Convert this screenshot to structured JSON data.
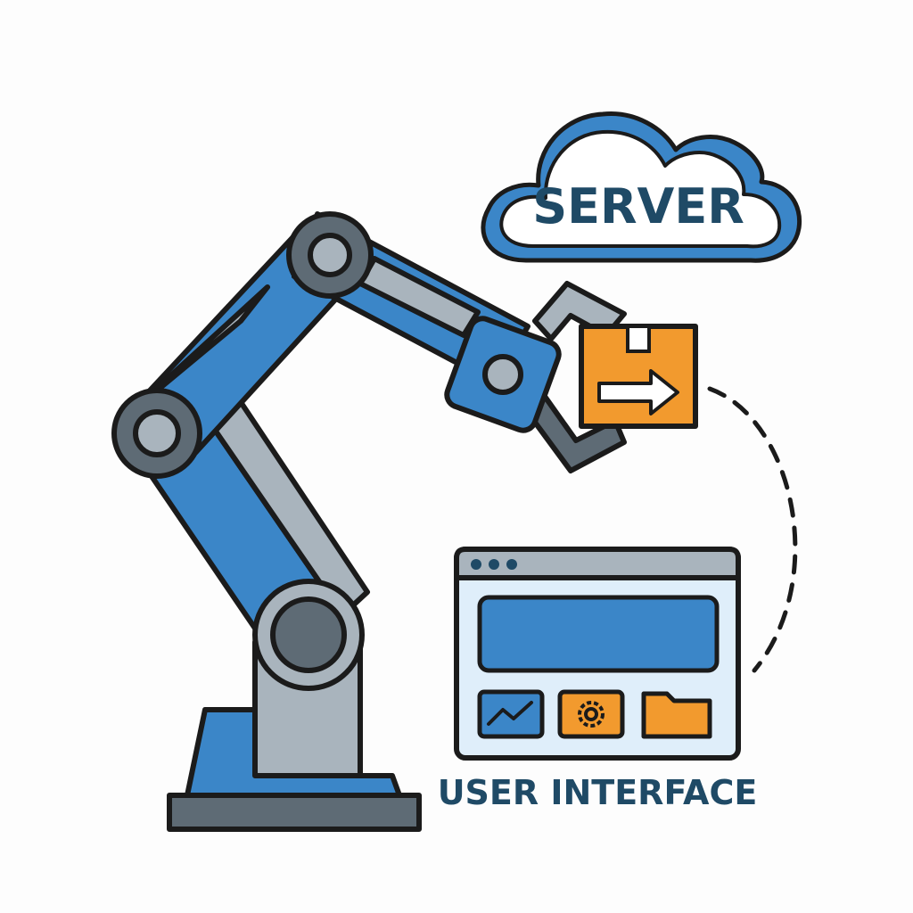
{
  "cloud": {
    "label": "SERVER",
    "icon": "cloud-icon"
  },
  "user_interface": {
    "label": "USER INTERFACE",
    "icon": "browser-window-icon",
    "window_dots": 3,
    "tiles": [
      {
        "icon": "line-chart-icon",
        "color": "#3b86c8"
      },
      {
        "icon": "gear-icon",
        "color": "#f29a2e"
      },
      {
        "icon": "folder-icon",
        "color": "#f29a2e"
      }
    ]
  },
  "robot_arm": {
    "icon": "robot-arm-icon",
    "colors": {
      "primary": "#3b86c8",
      "secondary": "#a9b4bd",
      "joint": "#5e6b75"
    }
  },
  "package": {
    "icon": "package-arrow-icon",
    "color": "#f29a2e"
  },
  "connector": {
    "icon": "dashed-arc-connector",
    "style": "dashed"
  },
  "colors": {
    "outline": "#1b1b1b",
    "blue": "#3b86c8",
    "light_blue": "#dfeefa",
    "orange": "#f29a2e",
    "gray": "#a9b4bd",
    "dark_gray": "#5e6b75",
    "text": "#1f4a66"
  }
}
